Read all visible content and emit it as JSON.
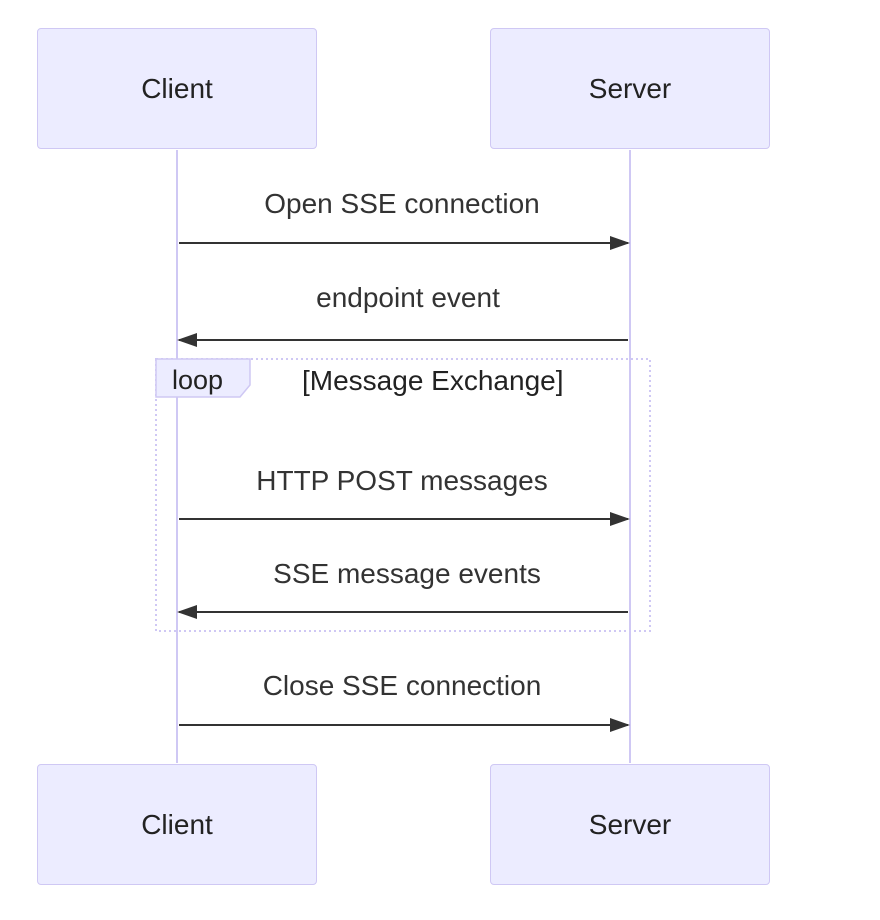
{
  "participants": {
    "client": "Client",
    "server": "Server"
  },
  "messages": [
    {
      "label": "Open SSE connection",
      "from": "client",
      "to": "server"
    },
    {
      "label": "endpoint event",
      "from": "server",
      "to": "client"
    },
    {
      "label": "HTTP POST messages",
      "from": "client",
      "to": "server"
    },
    {
      "label": "SSE message events",
      "from": "server",
      "to": "client"
    },
    {
      "label": "Close SSE connection",
      "from": "client",
      "to": "server"
    }
  ],
  "loop": {
    "tag": "loop",
    "condition": "[Message Exchange]"
  },
  "colors": {
    "actor_fill": "#ececff",
    "actor_border": "#cfc8f4",
    "lifeline": "#cfc8f4",
    "arrow": "#333333",
    "loop_border": "#cfc8f4"
  }
}
